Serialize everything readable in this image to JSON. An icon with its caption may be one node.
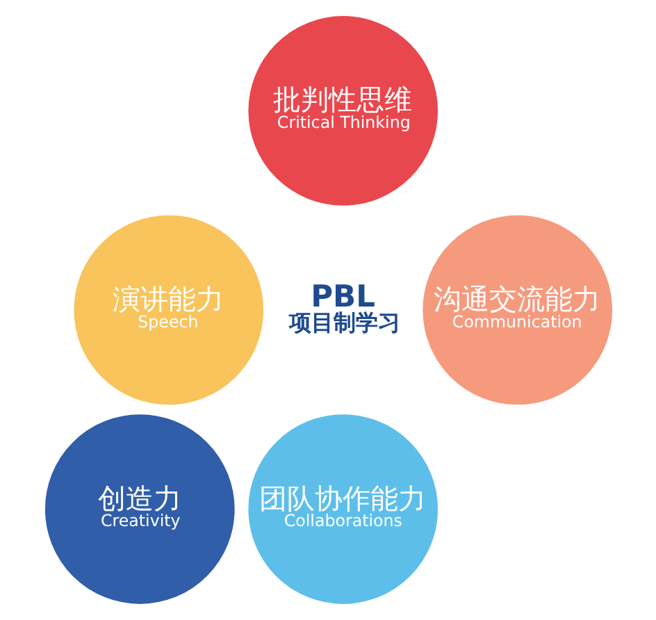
{
  "diagram": {
    "nodes": [
      {
        "text": [
          "批判性思维",
          "Critical Thinking"
        ]
      },
      {
        "text": [
          "演讲能力",
          "Speech"
        ]
      },
      {
        "text": [
          "沟通交流能力",
          "Communication"
        ]
      },
      {
        "text": [
          "创造力",
          "Creativity"
        ]
      },
      {
        "text": [
          "团队协作能力",
          "Collaborations"
        ]
      }
    ],
    "edges": [],
    "labels": [
      "PBL",
      "项目制学习"
    ]
  }
}
